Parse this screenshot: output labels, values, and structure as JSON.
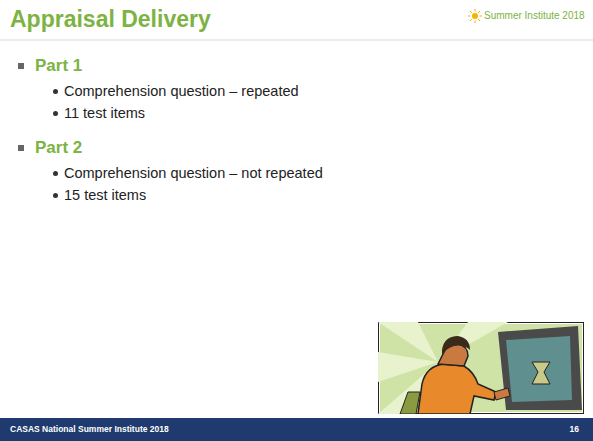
{
  "diagram": {
    "title": "Appraisal Delivery",
    "nodes": [
      {
        "text": [
          "CASAS National Summer Institute 2018",
          "16"
        ]
      }
    ],
    "labels": [
      "Summer Institute 2018",
      "Part 1",
      "Comprehension question – repeated",
      "11 test items",
      "Part 2",
      "Comprehension question – not repeated",
      "15 test items"
    ]
  }
}
